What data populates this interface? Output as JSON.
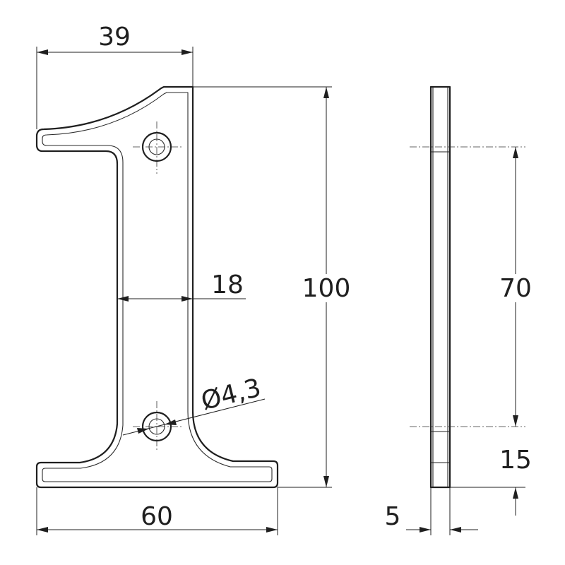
{
  "drawing": {
    "dims": {
      "top_width": "39",
      "stem_width": "18",
      "height": "100",
      "hole_diameter": "Ø4,3",
      "base_width": "60",
      "hole_spacing": "70",
      "bottom_offset": "15",
      "thickness": "5"
    }
  }
}
